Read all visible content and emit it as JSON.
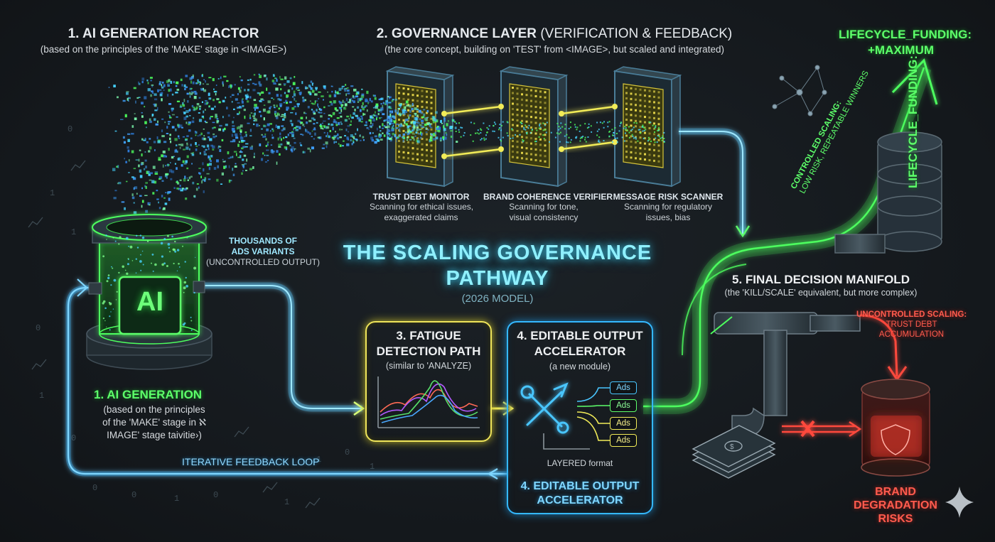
{
  "reactor": {
    "title": "1. AI GENERATION REACTOR",
    "subtitle": "(based on the principles of the 'MAKE' stage in <IMAGE>)",
    "core_label": "AI"
  },
  "governance": {
    "title_bold": "2. GOVERNANCE LAYER",
    "title_light": "(VERIFICATION & FEEDBACK)",
    "subtitle": "(the core concept, building on 'TEST' from <IMAGE>, but scaled and integrated)",
    "scanners": [
      {
        "title": "TRUST DEBT MONITOR",
        "line1": "Scanning for ethical issues,",
        "line2": "exaggerated claims"
      },
      {
        "title": "BRAND COHERENCE VERIFIER",
        "line1": "Scanning for tone,",
        "line2": "visual consistency"
      },
      {
        "title": "MESSAGE RISK SCANNER",
        "line1": "Scanning for regulatory",
        "line2": "issues, bias"
      }
    ]
  },
  "variants": {
    "line1": "THOUSANDS OF",
    "line2": "ADS VARIANTS",
    "line3": "(UNCONTROLLED OUTPUT)"
  },
  "center": {
    "title1": "THE SCALING GOVERNANCE",
    "title2": "PATHWAY",
    "model": "(2026 MODEL)"
  },
  "fatigue": {
    "title1": "3. FATIGUE",
    "title2": "DETECTION PATH",
    "subtitle": "(similar to 'ANALYZE)"
  },
  "accelerator": {
    "title1": "4. EDITABLE OUTPUT",
    "title2": "ACCELERATOR",
    "subtitle": "(a new module)",
    "ads": [
      "Ads",
      "Ads",
      "Ads",
      "Ads"
    ],
    "layered": "LAYERED format",
    "footer1": "4. EDITABLE OUTPUT",
    "footer2": "ACCELERATOR"
  },
  "generation": {
    "title": "1. AI GENERATION",
    "line1": "(based on the principles",
    "line2": "of the 'MAKE' stage in ℵ",
    "line3": "IMAGE' stage taivitie›)"
  },
  "feedback_loop": "ITERATIVE FEEDBACK LOOP",
  "manifold": {
    "title": "5. FINAL DECISION MANIFOLD",
    "subtitle": "(the 'KILL/SCALE' equivalent, but more complex)"
  },
  "funding": {
    "line1": "LIFECYCLE_FUNDING:",
    "line2": "+MAXIMUM",
    "vertical": "LIFECYCLE_FUNDING:"
  },
  "controlled": {
    "line1": "CONTROLLED SCALING:",
    "line2": "LOW RISK, REPEATABLE WINNERS"
  },
  "uncontrolled": {
    "line1": "UNCONTROLLED SCALING:",
    "line2": "TRUST DEBT",
    "line3": "ACCUMULATION"
  },
  "risk": {
    "line1": "BRAND",
    "line2": "DEGRADATION",
    "line3": "RISKS"
  },
  "colors": {
    "blue": "#35b8ff",
    "green": "#4dff5e",
    "yellow": "#f2ec58",
    "red": "#ff4a3c",
    "cyan": "#8ff0ff"
  },
  "icons": [
    "ai-chip-icon",
    "wrench-pencil-icon",
    "money-stack-icon",
    "shield-icon",
    "x-mark-icon",
    "sparkle-icon",
    "network-icon"
  ]
}
